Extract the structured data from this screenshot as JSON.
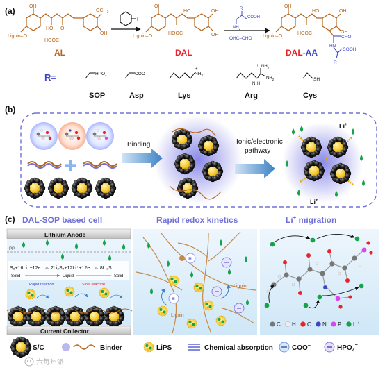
{
  "panel_labels": {
    "a": "(a)",
    "b": "(b)",
    "c": "(c)"
  },
  "panel_a": {
    "chemicals": {
      "methoxy": "OCH",
      "methoxy_sub": "3",
      "oh": "OH",
      "lignin_o": "Lignin–O",
      "ho": "HO",
      "o": "O",
      "hooc": "HOOC",
      "cooh": "COOH",
      "nh2": "NH",
      "nh2_sub": "2",
      "glyoxal": "OHC–CHO",
      "r": "R",
      "cho": "CHO",
      "hn": "HN",
      "iodo": "I"
    },
    "labels": {
      "al": "AL",
      "dal": "DAL",
      "dal_aa_1": "DAL",
      "dal_aa_dash": "-",
      "dal_aa_2": "AA"
    },
    "r_groups": {
      "prefix": "R=",
      "items": [
        {
          "name": "SOP",
          "group": "HPO",
          "group_sup": "−",
          "group_sub": "4"
        },
        {
          "name": "Asp",
          "group": "COO",
          "group_sup": "−"
        },
        {
          "name": "Lys",
          "group": "NH",
          "group_sub": "3",
          "group_sup": "+"
        },
        {
          "name": "Arg",
          "group_a": "NH",
          "group_a_sub": "2",
          "group_b": "N",
          "group_c": "NH",
          "group_c_sub": "2",
          "group_d": "H",
          "group_plus": "+"
        },
        {
          "name": "Cys",
          "group": "SH"
        }
      ]
    }
  },
  "panel_b": {
    "binding": "Binding",
    "pathway_line1": "Ionic/electronic",
    "pathway_line2": "pathway",
    "li1": "Li",
    "li2": "Li",
    "li_sup": "+",
    "plus": "✚"
  },
  "panel_c": {
    "cell_title": "DAL-SOP based cell",
    "kinetics_title": "Rapid redox kinetics",
    "migration_title": "Li",
    "migration_title_sup": "+",
    "migration_title_rest": " migration",
    "anode": "Lithium Anode",
    "pp": "PP",
    "reaction": "S₈+16Li⁺+12e⁻ ⇔ 2Li₂S₄+12Li⁺+12e⁻ ⇔ 8Li₂S",
    "solid1": "Solid",
    "liquid": "Liquid",
    "solid2": "Solid",
    "rapid": "Rapid reaction",
    "slow": "Slow reaction",
    "collector": "Current  Collector",
    "lignin1": "Lignin",
    "lignin2": "Lignin",
    "atoms": [
      "C",
      "H",
      "O",
      "N",
      "P",
      "Li"
    ],
    "atom_li_sup": "+"
  },
  "legend": {
    "sc": "S/C",
    "binder": "Binder",
    "lips": "LiPS",
    "absorption": "Chemical absorption",
    "coo": "COO",
    "coo_sup": "−",
    "hpo": "HPO",
    "hpo_sub": "4",
    "hpo_sup": "−"
  },
  "watermark": "六每州派",
  "colors": {
    "brown": "#b5651d",
    "red": "#e8232a",
    "blue": "#3b46c9",
    "periwinkle": "#7070d8",
    "yellow": "#f6c629",
    "green": "#16a34a"
  }
}
